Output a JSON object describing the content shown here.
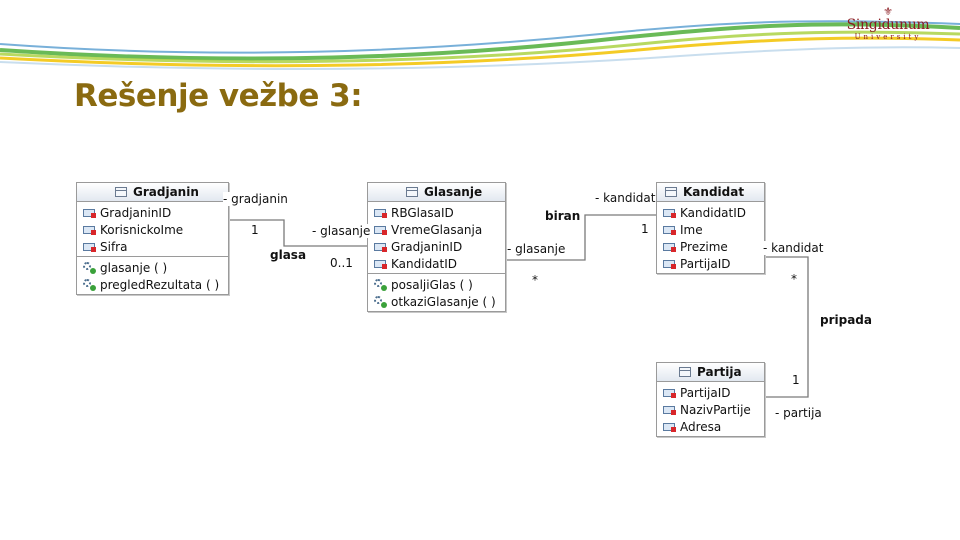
{
  "slide": {
    "title": "Rešenje vežbe 3:",
    "logo": {
      "name": "Singidunum",
      "sub": "University"
    },
    "colors": {
      "title": "#8a6a10",
      "logo": "#8b1c22",
      "wave_green": "#4fae3a",
      "wave_yellow": "#f2c200",
      "wave_blue": "#3e8fc9"
    }
  },
  "diagram": {
    "classes": [
      {
        "name": "Gradjanin",
        "attributes": [
          "GradjaninID",
          "KorisnickoIme",
          "Sifra"
        ],
        "operations": [
          "glasanje ( )",
          "pregledRezultata ( )"
        ]
      },
      {
        "name": "Glasanje",
        "attributes": [
          "RBGlasaID",
          "VremeGlasanja",
          "GradjaninID",
          "KandidatID"
        ],
        "operations": [
          "posaljiGlas ( )",
          "otkaziGlasanje ( )"
        ]
      },
      {
        "name": "Kandidat",
        "attributes": [
          "KandidatID",
          "Ime",
          "Prezime",
          "PartijaID"
        ],
        "operations": []
      },
      {
        "name": "Partija",
        "attributes": [
          "PartijaID",
          "NazivPartije",
          "Adresa"
        ],
        "operations": []
      }
    ],
    "associations": [
      {
        "name": "glasa",
        "role_a": "- gradjanin",
        "mult_a": "1",
        "role_b": "- glasanje",
        "mult_b": "0..1"
      },
      {
        "name": "biran",
        "role_a": "- kandidat",
        "mult_a": "1",
        "role_b": "- glasanje",
        "mult_b": "*"
      },
      {
        "name": "pripada",
        "role_a": "- kandidat",
        "mult_a": "*",
        "role_b": "- partija",
        "mult_b": "1"
      }
    ]
  }
}
